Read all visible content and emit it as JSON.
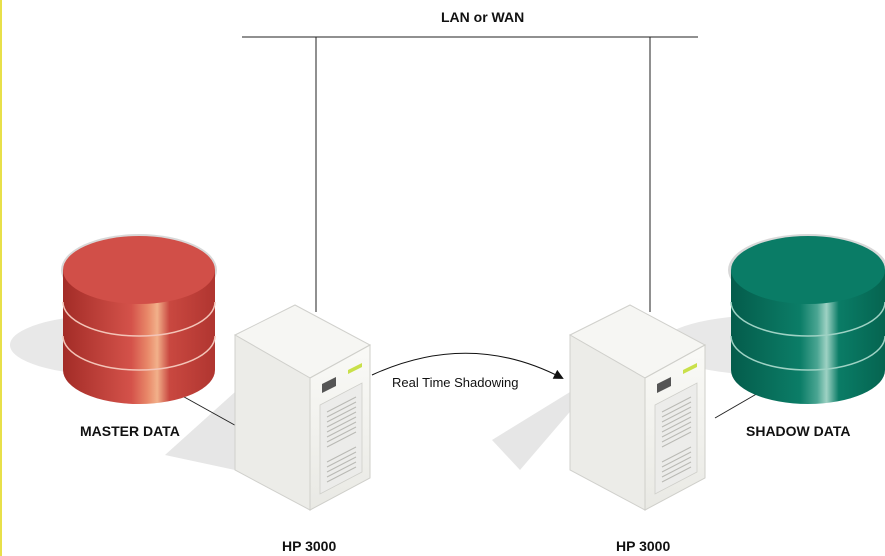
{
  "network": {
    "label": "LAN or WAN"
  },
  "link": {
    "label": "Real Time Shadowing"
  },
  "master": {
    "db_label": "MASTER DATA",
    "server_label": "HP 3000",
    "db_color": "#c9473f"
  },
  "shadow": {
    "db_label": "SHADOW DATA",
    "server_label": "HP 3000",
    "db_color": "#0a7c66"
  },
  "colors": {
    "left_border": "#e8e04a",
    "line": "#222222",
    "server": "#f1f1ee"
  }
}
